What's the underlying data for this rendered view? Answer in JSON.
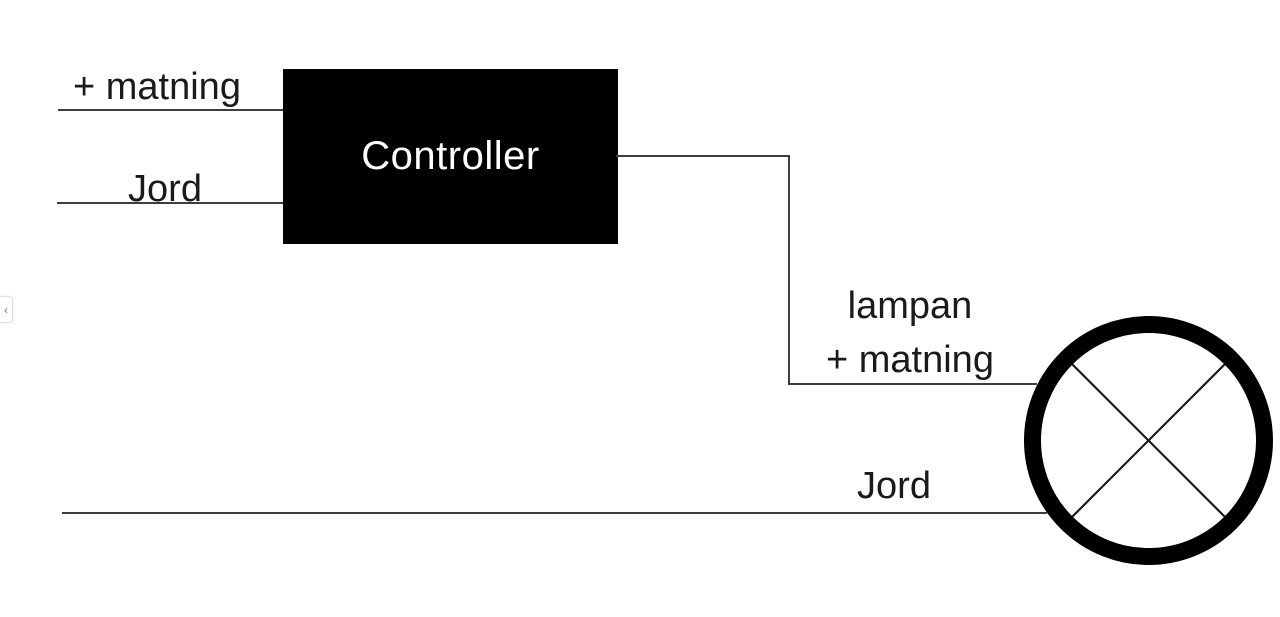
{
  "controller": {
    "label": "Controller"
  },
  "labels": {
    "supply_left": "+ matning",
    "ground_left": "Jord",
    "lamp_line1": "lampan",
    "lamp_line2": "+ matning",
    "ground_right": "Jord"
  },
  "side_toggle": {
    "icon": "chevron-left",
    "glyph": "‹"
  },
  "colors": {
    "background": "#ffffff",
    "wire": "#3d3d3d",
    "controller_bg": "#000000",
    "controller_text": "#ffffff",
    "label_text": "#1a1a1a",
    "lamp_stroke": "#000000"
  }
}
